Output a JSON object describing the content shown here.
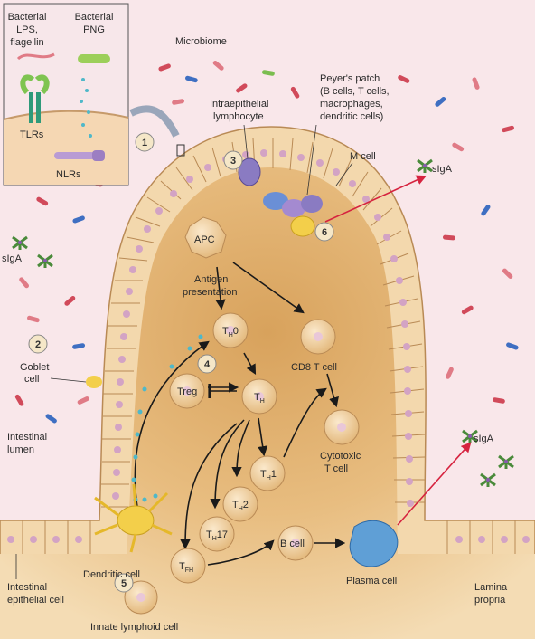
{
  "inset": {
    "bacterial_lps": [
      "Bacterial",
      "LPS,",
      "flagellin"
    ],
    "bacterial_png": [
      "Bacterial",
      "PNG"
    ],
    "tlrs": "TLRs",
    "nlrs": "NLRs"
  },
  "labels": {
    "microbiome": "Microbiome",
    "peyers_patch": [
      "Peyer's patch",
      "(B cells, T cells,",
      "macrophages,",
      "dendritic cells)"
    ],
    "intraepithelial": [
      "Intraepithelial",
      "lymphocyte"
    ],
    "m_cell": "M cell",
    "siga": "sIgA",
    "apc": "APC",
    "antigen_presentation": [
      "Antigen",
      "presentation"
    ],
    "cd8": "CD8 T cell",
    "cytotoxic": [
      "Cytotoxic",
      "T cell"
    ],
    "goblet": [
      "Goblet",
      "cell"
    ],
    "intestinal_lumen": [
      "Intestinal",
      "lumen"
    ],
    "treg": "Treg",
    "th_base": "T",
    "th0_sub": "H",
    "th0_tail": "0",
    "th_sub": "H",
    "th1_tail": "1",
    "th2_tail": "2",
    "th17_tail": "17",
    "tfh_sub": "FH",
    "b_cell": "B cell",
    "plasma_cell": "Plasma cell",
    "dendritic_cell": "Dendritic cell",
    "innate_lymphoid": "Innate lymphoid cell",
    "intestinal_epithelial": [
      "Intestinal",
      "epithelial cell"
    ],
    "lamina_propria": [
      "Lamina",
      "propria"
    ]
  },
  "steps": [
    "1",
    "2",
    "3",
    "4",
    "5",
    "6"
  ],
  "colors": {
    "lumen_bg": "#f9e3e6",
    "cell_fill": "#f3d8ad",
    "cell_stroke": "#b98a55",
    "nucleus": "#d3a3c4",
    "lamina": "#efc88e",
    "arrow": "#1a1a1a",
    "red_arrow": "#d6233f",
    "dendritic": "#f3cf4a",
    "plasma": "#5f9fd6",
    "dots": "#4fb8c9"
  }
}
